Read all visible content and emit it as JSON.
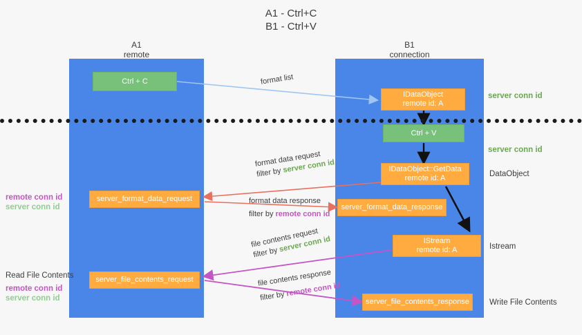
{
  "title": {
    "line1": "A1 - Ctrl+C",
    "line2": "B1 - Ctrl+V"
  },
  "columns": [
    {
      "name": "A1",
      "sub": "remote"
    },
    {
      "name": "B1",
      "sub": "connection"
    }
  ],
  "boxes": {
    "ctrl_c": {
      "line1": "Ctrl + C"
    },
    "idataobject_top": {
      "line1": "IDataObject",
      "line2": "remote id: A"
    },
    "ctrl_v": {
      "line1": "Ctrl + V"
    },
    "getdata": {
      "line1": "IDataObject::GetData",
      "line2": "remote id: A"
    },
    "format_data_request": {
      "line1": "server_format_data_request"
    },
    "format_data_response": {
      "line1": "server_format_data_response"
    },
    "istream": {
      "line1": "IStream",
      "line2": "remote id: A"
    },
    "file_contents_request": {
      "line1": "server_file_contents_request"
    },
    "file_contents_response": {
      "line1": "server_file_contents_response"
    }
  },
  "right_labels": {
    "server_conn_id_top": "server conn id",
    "server_conn_id_mid": "server conn id",
    "dataobject": "DataObject",
    "istream": "Istream",
    "write_file_contents": "Write File Contents"
  },
  "left_labels": {
    "read_file_contents": "Read File Contents",
    "remote_conn_id": "remote conn id",
    "server_conn_id": "server conn id"
  },
  "arrow_labels": {
    "format_list": "format list",
    "format_data_request": "format data request",
    "format_data_request_filter_prefix": "filter by ",
    "format_data_request_filter_value": "server conn id",
    "format_data_response": "format data response",
    "format_data_response_filter_prefix": "filter by ",
    "format_data_response_filter_value": "remote conn id",
    "file_contents_request": "file contents request",
    "file_contents_request_filter_prefix": "filter by ",
    "file_contents_request_filter_value": "server conn id",
    "file_contents_response": "file contents response",
    "file_contents_response_filter_prefix": "filter by ",
    "file_contents_response_filter_value": "remote conn id"
  },
  "colors": {
    "lane": "#4a86e8",
    "green_box": "#77c17a",
    "orange_box": "#ffab40",
    "green_text": "#6aa84f",
    "magenta_text": "#c455c4",
    "arrow_blue": "#9fc5f0",
    "arrow_red": "#e8705f",
    "arrow_magenta": "#c455c4",
    "arrow_black": "#111111",
    "background": "#f7f7f7"
  }
}
